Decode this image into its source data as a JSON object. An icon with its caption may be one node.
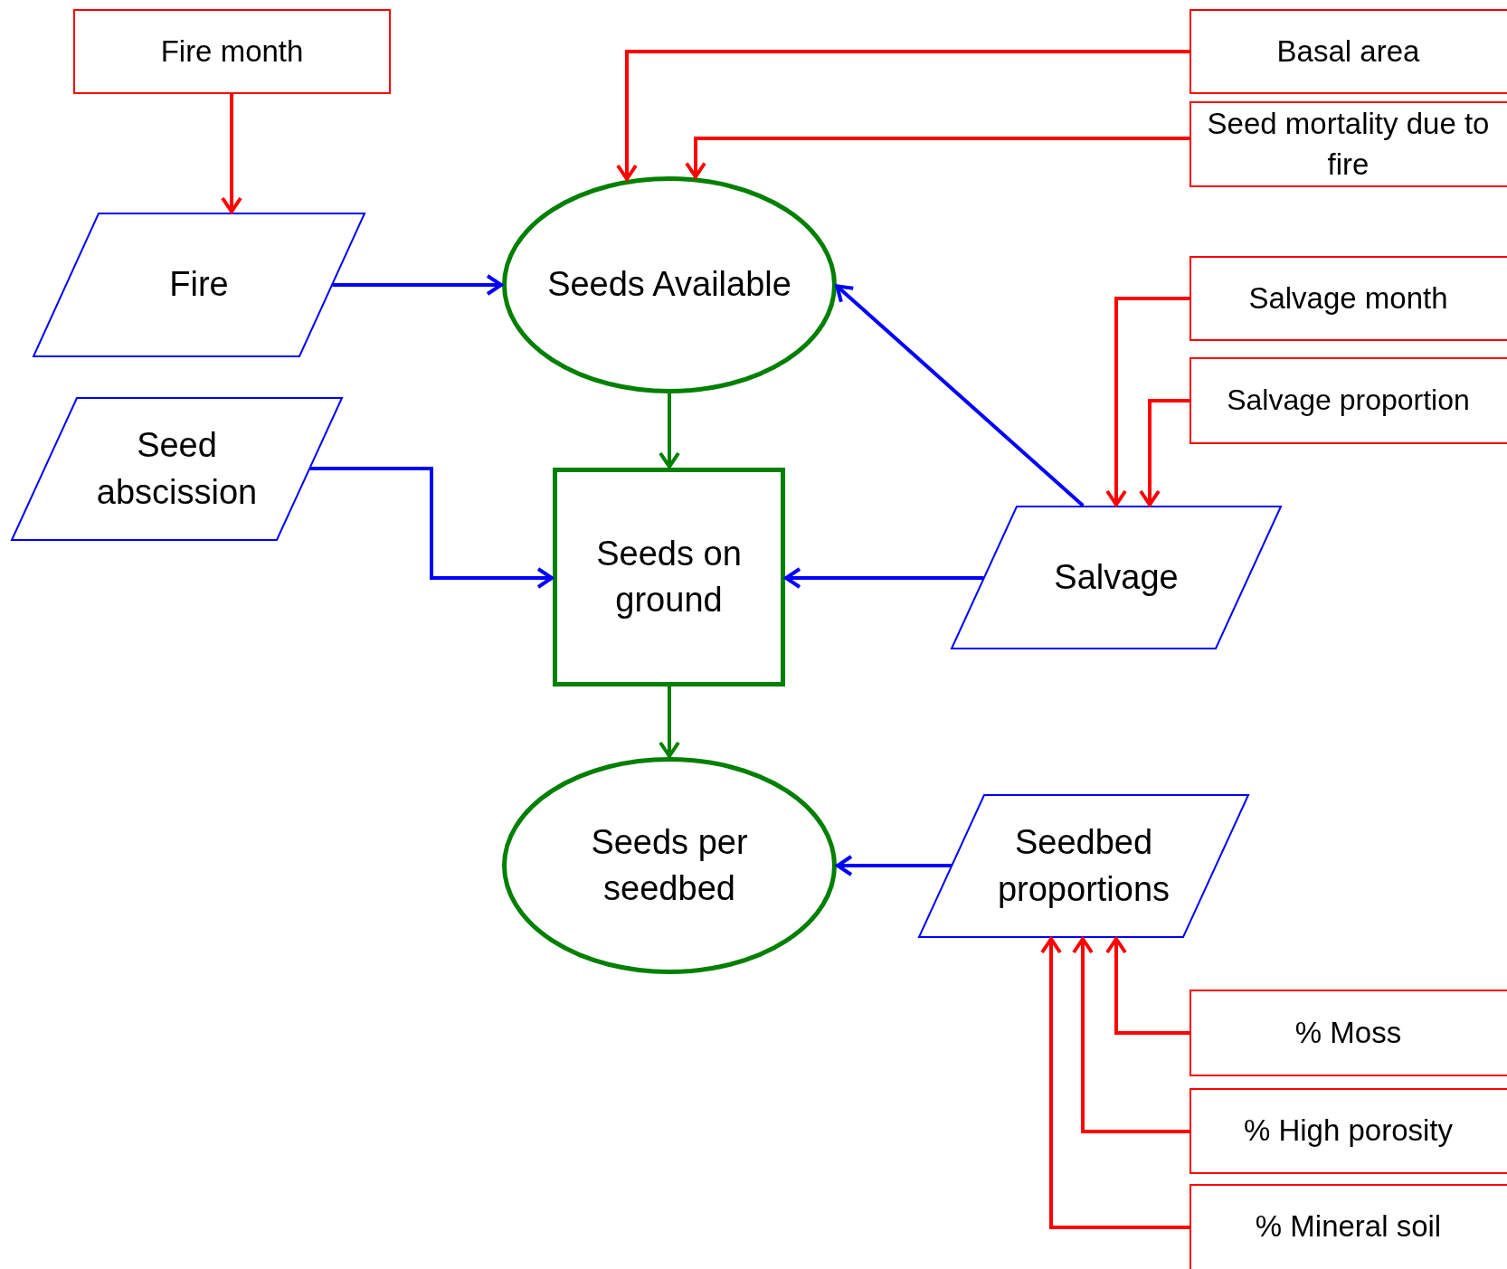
{
  "diagram": {
    "nodes": [
      {
        "text": [
          "Fire month"
        ]
      },
      {
        "text": [
          "Basal area"
        ]
      },
      {
        "text": [
          "Seed mortality due to fire"
        ]
      },
      {
        "text": [
          "Fire"
        ]
      },
      {
        "text": [
          "Seeds Available"
        ]
      },
      {
        "text": [
          "Salvage month"
        ]
      },
      {
        "text": [
          "Salvage proportion"
        ]
      },
      {
        "text": [
          "Seed abscission"
        ]
      },
      {
        "text": [
          "Seeds on ground"
        ]
      },
      {
        "text": [
          "Salvage"
        ]
      },
      {
        "text": [
          "Seeds per seedbed"
        ]
      },
      {
        "text": [
          "Seedbed proportions"
        ]
      },
      {
        "text": [
          "% Moss"
        ]
      },
      {
        "text": [
          "% High porosity"
        ]
      },
      {
        "text": [
          "% Mineral soil"
        ]
      }
    ],
    "edges": [
      {
        "from": 0,
        "to": 3,
        "arrow": "to"
      },
      {
        "from": 1,
        "to": 4,
        "arrow": "to"
      },
      {
        "from": 2,
        "to": 4,
        "arrow": "to"
      },
      {
        "from": 3,
        "to": 4,
        "arrow": "to",
        "color": "#0000ff"
      },
      {
        "from": 4,
        "to": 8,
        "arrow": "to",
        "color": "#008000"
      },
      {
        "from": 9,
        "to": 4,
        "arrow": "to",
        "color": "#0000ff"
      },
      {
        "from": 5,
        "to": 9,
        "arrow": "to"
      },
      {
        "from": 6,
        "to": 9,
        "arrow": "to"
      },
      {
        "from": 7,
        "to": 8,
        "arrow": "to",
        "color": "#0000ff"
      },
      {
        "from": 9,
        "to": 8,
        "arrow": "to",
        "color": "#0000ff"
      },
      {
        "from": 8,
        "to": 10,
        "arrow": "to",
        "color": "#008000"
      },
      {
        "from": 11,
        "to": 10,
        "arrow": "to",
        "color": "#0000ff"
      },
      {
        "from": 12,
        "to": 11,
        "arrow": "to"
      },
      {
        "from": 13,
        "to": 11,
        "arrow": "to"
      },
      {
        "from": 14,
        "to": 11,
        "arrow": "to"
      }
    ]
  }
}
